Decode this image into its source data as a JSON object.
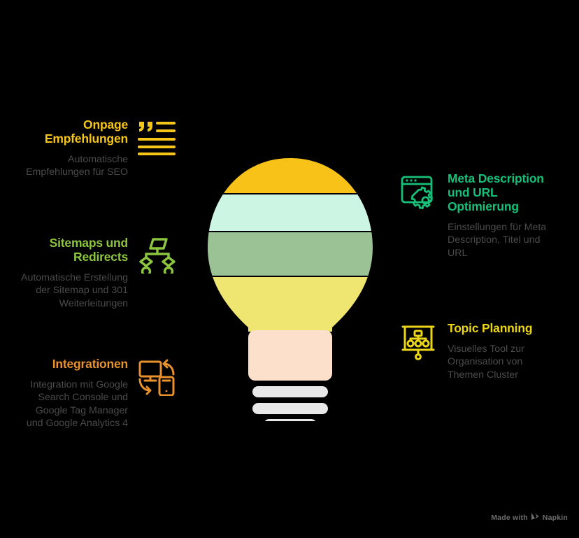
{
  "theme": {
    "background": "#000000",
    "body_text": "#4b4b4b",
    "gold": "#F5C518",
    "lime": "#8CC63E",
    "orange": "#E8912D",
    "emerald": "#17BF78",
    "yellow": "#EBD517"
  },
  "features": [
    {
      "id": "onpage",
      "side": "left",
      "icon": "recommendation-list-icon",
      "title": "Onpage Empfehlungen",
      "title_color": "#F5C518",
      "description": "Automatische Empfehlungen für SEO"
    },
    {
      "id": "sitemaps",
      "side": "left",
      "icon": "sitemap-flow-icon",
      "title": "Sitemaps und Redirects",
      "title_color": "#8CC63E",
      "description": "Automatische Erstellung der Sitemap und 301 Weiterleitungen"
    },
    {
      "id": "integrations",
      "side": "left",
      "icon": "device-sync-icon",
      "title": "Integrationen",
      "title_color": "#E8912D",
      "description": "Integration mit Google Search Console und Google Tag Manager und Google Analytics 4"
    },
    {
      "id": "meta",
      "side": "right",
      "icon": "browser-settings-icon",
      "title": "Meta Description und URL Optimierung",
      "title_color": "#17BF78",
      "description": "Einstellungen für Meta Description, Titel und URL"
    },
    {
      "id": "topic",
      "side": "right",
      "icon": "presentation-chart-icon",
      "title": "Topic Planning",
      "title_color": "#EBD517",
      "description": "Visuelles Tool zur Organisation von Themen Cluster"
    }
  ],
  "illustration": {
    "name": "striped-light-bulb",
    "glass_bands": [
      {
        "name": "amber",
        "color": "#F9C218"
      },
      {
        "name": "mint",
        "color": "#CCF5E4"
      },
      {
        "name": "sage",
        "color": "#9BC295"
      },
      {
        "name": "yellow",
        "color": "#EFE571"
      }
    ],
    "neck_color": "#FCE0CB",
    "thread_color": "#E8E8E8",
    "thread_count": 3
  },
  "watermark": {
    "prefix": "Made with",
    "brand": "Napkin",
    "logo": "napkin-logo-icon"
  }
}
